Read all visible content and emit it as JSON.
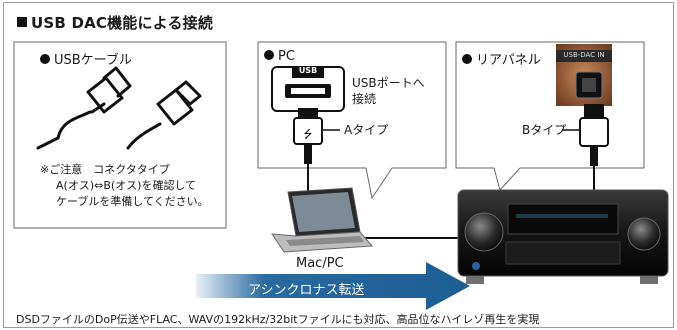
{
  "title": "USB DAC機能による接続",
  "panels": {
    "cable": {
      "label": "USBケーブル",
      "note_lines": [
        "※ご注意　コネクタタイプ",
        "A(オス)⇔B(オス)を確認して",
        "ケーブルを準備してください。"
      ]
    },
    "pc": {
      "label": "PC",
      "port_badge": "USB",
      "port_note_lines": [
        "USBポートへ",
        "接続"
      ],
      "plug_label": "Aタイプ"
    },
    "rear": {
      "label": "リアパネル",
      "jack_label": "USB-DAC IN",
      "plug_label": "Bタイプ"
    }
  },
  "laptop_label": "Mac/PC",
  "transfer_label": "アシンクロナス転送",
  "caption": "DSDファイルのDoP伝送やFLAC、WAVの192kHz/32bitファイルにも対応、高品位なハイレゾ再生を実現",
  "colors": {
    "arrow": "#1b5e93",
    "arrow_fade": "#e8f0f7",
    "receiver": "#111111"
  }
}
